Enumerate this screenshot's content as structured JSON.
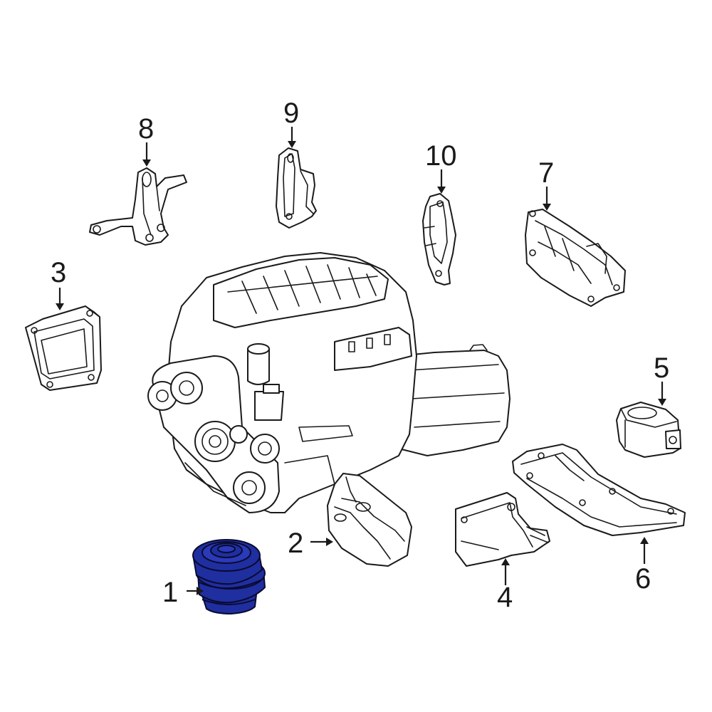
{
  "diagram": {
    "callouts": [
      {
        "id": "1",
        "label": "1"
      },
      {
        "id": "2",
        "label": "2"
      },
      {
        "id": "3",
        "label": "3"
      },
      {
        "id": "4",
        "label": "4"
      },
      {
        "id": "5",
        "label": "5"
      },
      {
        "id": "6",
        "label": "6"
      },
      {
        "id": "7",
        "label": "7"
      },
      {
        "id": "8",
        "label": "8"
      },
      {
        "id": "9",
        "label": "9"
      },
      {
        "id": "10",
        "label": "10"
      }
    ],
    "colors": {
      "highlight": "#1f2fa0",
      "outline": "#1a1a1a",
      "background": "#ffffff"
    },
    "highlighted_part": "1"
  }
}
